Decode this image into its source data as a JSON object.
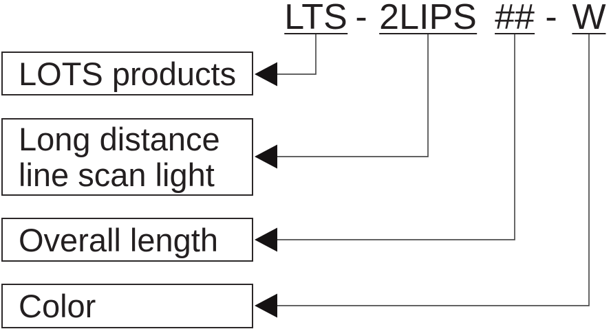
{
  "title": {
    "segments": [
      {
        "text": "LTS",
        "underlined": true
      },
      {
        "text": "-",
        "underlined": false
      },
      {
        "text": "2LIPS",
        "underlined": true
      },
      {
        "text": "##",
        "underlined": true
      },
      {
        "text": "-",
        "underlined": false
      },
      {
        "text": "W",
        "underlined": true
      }
    ]
  },
  "labels": [
    {
      "lines": [
        "LOTS products"
      ]
    },
    {
      "lines": [
        "Long distance",
        "line scan light"
      ]
    },
    {
      "lines": [
        "Overall length"
      ]
    },
    {
      "lines": [
        "Color"
      ]
    }
  ],
  "connections": [
    {
      "segment": "LTS",
      "meaning": "LOTS products"
    },
    {
      "segment": "2LIPS",
      "meaning": "Long distance line scan light"
    },
    {
      "segment": "##",
      "meaning": "Overall length"
    },
    {
      "segment": "W",
      "meaning": "Color"
    }
  ],
  "colors": {
    "ink": "#231f20",
    "line": "#4c4c4c",
    "arrow": "#151213",
    "background": "#ffffff"
  }
}
